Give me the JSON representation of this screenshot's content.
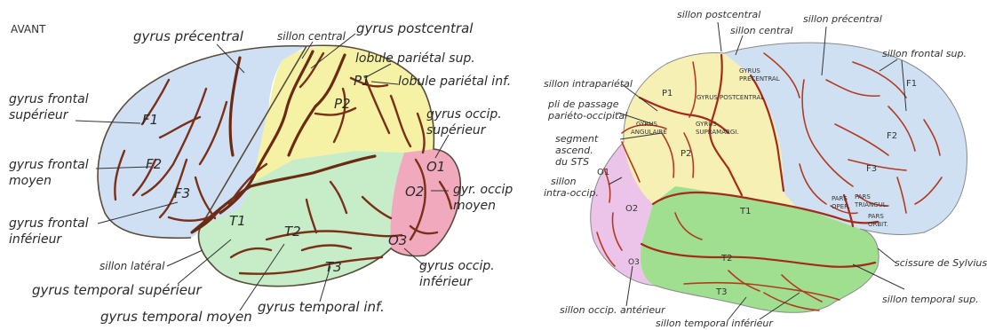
{
  "left": {
    "avant": "AVANT",
    "labels": {
      "gyrus_precentral": "gyrus précentral",
      "sillon_central": "sillon central",
      "gyrus_postcentral": "gyrus postcentral",
      "lobule_parietal_sup": "lobule pariétal sup.",
      "lobule_parietal_inf": "lobule pariétal inf.",
      "gyrus_occip_sup_1": "gyrus occip.",
      "gyrus_occip_sup_2": "supérieur",
      "gyrus_frontal_sup_1": "gyrus frontal",
      "gyrus_frontal_sup_2": "supérieur",
      "gyrus_frontal_moy_1": "gyrus frontal",
      "gyrus_frontal_moy_2": "moyen",
      "gyrus_frontal_inf_1": "gyrus frontal",
      "gyrus_frontal_inf_2": "inférieur",
      "gyr_occip_moy_1": "gyr. occip",
      "gyr_occip_moy_2": "moyen",
      "sillon_lateral": "sillon latéral",
      "gyrus_temporal_sup": "gyrus temporal supérieur",
      "gyrus_temporal_moy": "gyrus temporal moyen",
      "gyrus_temporal_inf": "gyrus temporal inf.",
      "gyrus_occip_inf_1": "gyrus occip.",
      "gyrus_occip_inf_2": "inférieur"
    },
    "codes": {
      "F1": "F1",
      "F2": "F2",
      "F3": "F3",
      "P1": "P1",
      "P2": "P2",
      "O1": "O1",
      "O2": "O2",
      "O3": "O3",
      "T1": "T1",
      "T2": "T2",
      "T3": "T3"
    }
  },
  "right": {
    "labels": {
      "sillon_postcentral": "sillon postcentral",
      "sillon_central": "sillon central",
      "sillon_precentral": "sillon précentral",
      "sillon_frontal_sup": "sillon frontal sup.",
      "sillon_intraparietal": "sillon intrapariétal",
      "pli_1": "pli de passage",
      "pli_2": "pariéto-occipital",
      "segment_1": "segment",
      "segment_2": "ascend.",
      "segment_3": "du STS",
      "sillon_intra_1": "sillon",
      "sillon_intra_2": "intra-occip.",
      "scissure_sylvius": "scissure de Sylvius",
      "sillon_temporal_sup": "sillon temporal sup.",
      "sillon_occip_ant": "sillon occip. antérieur",
      "sillon_temporal_inf": "sillon temporal inférieur"
    },
    "caps": {
      "gyrus_precentral_1": "GYRUS",
      "gyrus_precentral_2": "PRECENTRAL",
      "gyrus_postcentral": "GYRUS POSTCENTRAL",
      "gyrus_angulaire_1": "GYRUS",
      "gyrus_angulaire_2": "ANGULAIRE",
      "gyrus_supramarg_1": "GYRUS",
      "gyrus_supramarg_2": "SUPRAMARGI.",
      "pars_oper_1": "PARS",
      "pars_oper_2": "OPER.",
      "pars_triang_1": "PARS",
      "pars_triang_2": "TRIANGUL.",
      "pars_orbit_1": "PARS",
      "pars_orbit_2": "ORBIT."
    },
    "codes": {
      "F1": "F1",
      "F2": "F2",
      "F3": "F3",
      "P1": "P1",
      "P2": "P2",
      "O1": "O1",
      "O2": "O2",
      "O3": "O3",
      "T1": "T1",
      "T2": "T2",
      "T3": "T3"
    }
  },
  "colors": {
    "frontal": "#cfe0f5",
    "parietal": "#f5f2a6",
    "occipital": "#f1a9bd",
    "temporal": "#c6edc8",
    "frontal_r": "#cfe0f2",
    "parietal_r": "#f7f0b5",
    "occipital_r": "#ecc4ea",
    "temporal_r": "#9fdf8f"
  }
}
